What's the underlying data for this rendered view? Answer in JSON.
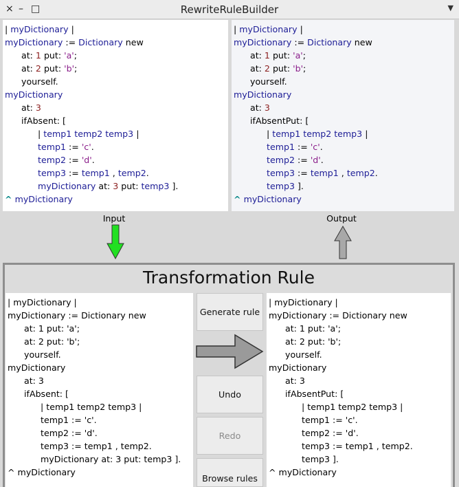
{
  "window": {
    "title": "RewriteRuleBuilder",
    "close_glyph": "×",
    "minimize_glyph": "–",
    "maximize_glyph": "□",
    "menu_glyph": "▼"
  },
  "labels": {
    "input": "Input",
    "output": "Output",
    "rule_title": "Transformation Rule"
  },
  "buttons": {
    "generate": "Generate rule",
    "undo": "Undo",
    "redo": "Redo",
    "browse": "Browse rules"
  },
  "colors": {
    "input_arrow": "#22e022",
    "output_arrow": "#a8a8a8",
    "rule_arrow": "#9a9a9a"
  },
  "code": {
    "input_top": [
      [
        [
          "| ",
          "p"
        ],
        [
          "myDictionary",
          "v"
        ],
        [
          " |",
          "p"
        ]
      ],
      [
        [
          "myDictionary",
          "v"
        ],
        [
          " := ",
          "p"
        ],
        [
          "Dictionary",
          "v"
        ],
        [
          " new",
          "p"
        ]
      ],
      [
        [
          "      at: ",
          "p"
        ],
        [
          "1",
          "n"
        ],
        [
          " put: ",
          "p"
        ],
        [
          "'a'",
          "s"
        ],
        [
          ";",
          "p"
        ]
      ],
      [
        [
          "      at: ",
          "p"
        ],
        [
          "2",
          "n"
        ],
        [
          " put: ",
          "p"
        ],
        [
          "'b'",
          "s"
        ],
        [
          ";",
          "p"
        ]
      ],
      [
        [
          "      yourself.",
          "p"
        ]
      ],
      [
        [
          "myDictionary",
          "v"
        ]
      ],
      [
        [
          "      at: ",
          "p"
        ],
        [
          "3",
          "n"
        ]
      ],
      [
        [
          "      ifAbsent: [",
          "p"
        ]
      ],
      [
        [
          "            | ",
          "p"
        ],
        [
          "temp1 temp2 temp3",
          "v"
        ],
        [
          " |",
          "p"
        ]
      ],
      [
        [
          "            ",
          "p"
        ],
        [
          "temp1",
          "v"
        ],
        [
          " := ",
          "p"
        ],
        [
          "'c'",
          "s"
        ],
        [
          ".",
          "p"
        ]
      ],
      [
        [
          "            ",
          "p"
        ],
        [
          "temp2",
          "v"
        ],
        [
          " := ",
          "p"
        ],
        [
          "'d'",
          "s"
        ],
        [
          ".",
          "p"
        ]
      ],
      [
        [
          "            ",
          "p"
        ],
        [
          "temp3",
          "v"
        ],
        [
          " := ",
          "p"
        ],
        [
          "temp1",
          "v"
        ],
        [
          " , ",
          "p"
        ],
        [
          "temp2",
          "v"
        ],
        [
          ".",
          "p"
        ]
      ],
      [
        [
          "            ",
          "p"
        ],
        [
          "myDictionary",
          "v"
        ],
        [
          " at: ",
          "p"
        ],
        [
          "3",
          "n"
        ],
        [
          " put: ",
          "p"
        ],
        [
          "temp3",
          "v"
        ],
        [
          " ].",
          "p"
        ]
      ],
      [
        [
          "^",
          "h"
        ],
        [
          " myDictionary",
          "v"
        ]
      ]
    ],
    "output_top": [
      [
        [
          "| ",
          "p"
        ],
        [
          "myDictionary",
          "v"
        ],
        [
          " |",
          "p"
        ]
      ],
      [
        [
          "myDictionary",
          "v"
        ],
        [
          " := ",
          "p"
        ],
        [
          "Dictionary",
          "v"
        ],
        [
          " new",
          "p"
        ]
      ],
      [
        [
          "      at: ",
          "p"
        ],
        [
          "1",
          "n"
        ],
        [
          " put: ",
          "p"
        ],
        [
          "'a'",
          "s"
        ],
        [
          ";",
          "p"
        ]
      ],
      [
        [
          "      at: ",
          "p"
        ],
        [
          "2",
          "n"
        ],
        [
          " put: ",
          "p"
        ],
        [
          "'b'",
          "s"
        ],
        [
          ";",
          "p"
        ]
      ],
      [
        [
          "      yourself.",
          "p"
        ]
      ],
      [
        [
          "myDictionary",
          "v"
        ]
      ],
      [
        [
          "      at: ",
          "p"
        ],
        [
          "3",
          "n"
        ]
      ],
      [
        [
          "      ifAbsentPut: [",
          "p"
        ]
      ],
      [
        [
          "            | ",
          "p"
        ],
        [
          "temp1 temp2 temp3",
          "v"
        ],
        [
          " |",
          "p"
        ]
      ],
      [
        [
          "            ",
          "p"
        ],
        [
          "temp1",
          "v"
        ],
        [
          " := ",
          "p"
        ],
        [
          "'c'",
          "s"
        ],
        [
          ".",
          "p"
        ]
      ],
      [
        [
          "            ",
          "p"
        ],
        [
          "temp2",
          "v"
        ],
        [
          " := ",
          "p"
        ],
        [
          "'d'",
          "s"
        ],
        [
          ".",
          "p"
        ]
      ],
      [
        [
          "            ",
          "p"
        ],
        [
          "temp3",
          "v"
        ],
        [
          " := ",
          "p"
        ],
        [
          "temp1",
          "v"
        ],
        [
          " , ",
          "p"
        ],
        [
          "temp2",
          "v"
        ],
        [
          ".",
          "p"
        ]
      ],
      [
        [
          "            ",
          "p"
        ],
        [
          "temp3",
          "v"
        ],
        [
          " ].",
          "p"
        ]
      ],
      [
        [
          "^",
          "h"
        ],
        [
          " myDictionary",
          "v"
        ]
      ]
    ],
    "input_rule": [
      [
        [
          "| myDictionary |",
          "p"
        ]
      ],
      [
        [
          "myDictionary := Dictionary new",
          "p"
        ]
      ],
      [
        [
          "      at: 1 put: 'a';",
          "p"
        ]
      ],
      [
        [
          "      at: 2 put: 'b';",
          "p"
        ]
      ],
      [
        [
          "      yourself.",
          "p"
        ]
      ],
      [
        [
          "myDictionary",
          "p"
        ]
      ],
      [
        [
          "      at: 3",
          "p"
        ]
      ],
      [
        [
          "      ifAbsent: [",
          "p"
        ]
      ],
      [
        [
          "            | temp1 temp2 temp3 |",
          "p"
        ]
      ],
      [
        [
          "            temp1 := 'c'.",
          "p"
        ]
      ],
      [
        [
          "            temp2 := 'd'.",
          "p"
        ]
      ],
      [
        [
          "            temp3 := temp1 , temp2.",
          "p"
        ]
      ],
      [
        [
          "            myDictionary at: 3 put: temp3 ].",
          "p"
        ]
      ],
      [
        [
          "^ myDictionary",
          "p"
        ]
      ]
    ],
    "output_rule": [
      [
        [
          "| myDictionary |",
          "p"
        ]
      ],
      [
        [
          "myDictionary := Dictionary new",
          "p"
        ]
      ],
      [
        [
          "      at: 1 put: 'a';",
          "p"
        ]
      ],
      [
        [
          "      at: 2 put: 'b';",
          "p"
        ]
      ],
      [
        [
          "      yourself.",
          "p"
        ]
      ],
      [
        [
          "myDictionary",
          "p"
        ]
      ],
      [
        [
          "      at: 3",
          "p"
        ]
      ],
      [
        [
          "      ifAbsentPut: [",
          "p"
        ]
      ],
      [
        [
          "            | temp1 temp2 temp3 |",
          "p"
        ]
      ],
      [
        [
          "            temp1 := 'c'.",
          "p"
        ]
      ],
      [
        [
          "            temp2 := 'd'.",
          "p"
        ]
      ],
      [
        [
          "            temp3 := temp1 , temp2.",
          "p"
        ]
      ],
      [
        [
          "            temp3 ].",
          "p"
        ]
      ],
      [
        [
          "^ myDictionary",
          "p"
        ]
      ]
    ]
  }
}
